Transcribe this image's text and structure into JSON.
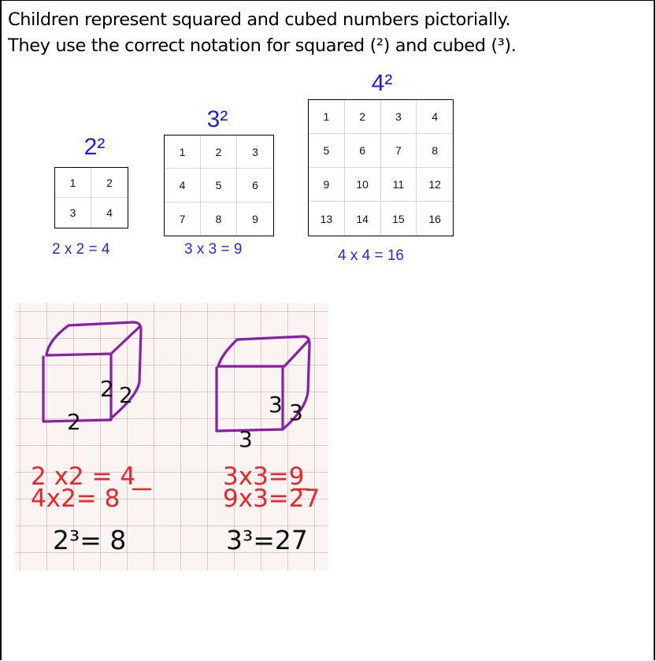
{
  "intro": {
    "line1": "Children represent squared and cubed numbers pictorially.",
    "line2": "They use the correct notation for squared (²) and cubed (³)."
  },
  "squares": [
    {
      "title": "2²",
      "size": 2,
      "cells": [
        "1",
        "2",
        "3",
        "4"
      ],
      "equation": "2 x 2 = 4"
    },
    {
      "title": "3²",
      "size": 3,
      "cells": [
        "1",
        "2",
        "3",
        "4",
        "5",
        "6",
        "7",
        "8",
        "9"
      ],
      "equation": "3 x 3 = 9"
    },
    {
      "title": "4²",
      "size": 4,
      "cells": [
        "1",
        "2",
        "3",
        "4",
        "5",
        "6",
        "7",
        "8",
        "9",
        "10",
        "11",
        "12",
        "13",
        "14",
        "15",
        "16"
      ],
      "equation": "4 x 4 = 16"
    }
  ],
  "handwritten": {
    "cube_left": {
      "edge_top": "2",
      "edge_side": "2",
      "edge_bottom": "2",
      "line1": "2 x2 = 4",
      "line2": "4x2= 8",
      "result": "2³= 8"
    },
    "cube_right": {
      "edge_top": "3",
      "edge_side": "3",
      "edge_bottom": "3",
      "line1": "3x3=9",
      "line2": "9x3=27",
      "result": "3³=27"
    }
  },
  "colors": {
    "blue_text": "#1f1fcc",
    "cube_purple": "#8a1fa6",
    "handwriting_red": "#e8262b",
    "handwriting_black": "#111111"
  }
}
